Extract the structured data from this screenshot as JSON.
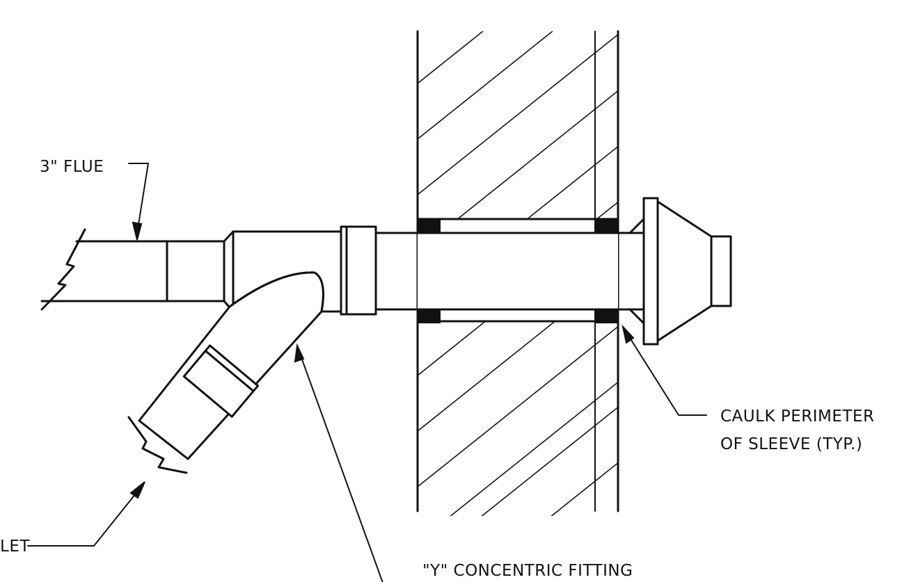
{
  "labels": {
    "flue": "3\" FLUE",
    "inlet": "LET",
    "fitting": "\"Y\" CONCENTRIC FITTING",
    "caulk_line1": "CAULK PERIMETER",
    "caulk_line2": "OF SLEEVE (TYP.)"
  },
  "colors": {
    "line": "#111111",
    "background": "#ffffff"
  }
}
